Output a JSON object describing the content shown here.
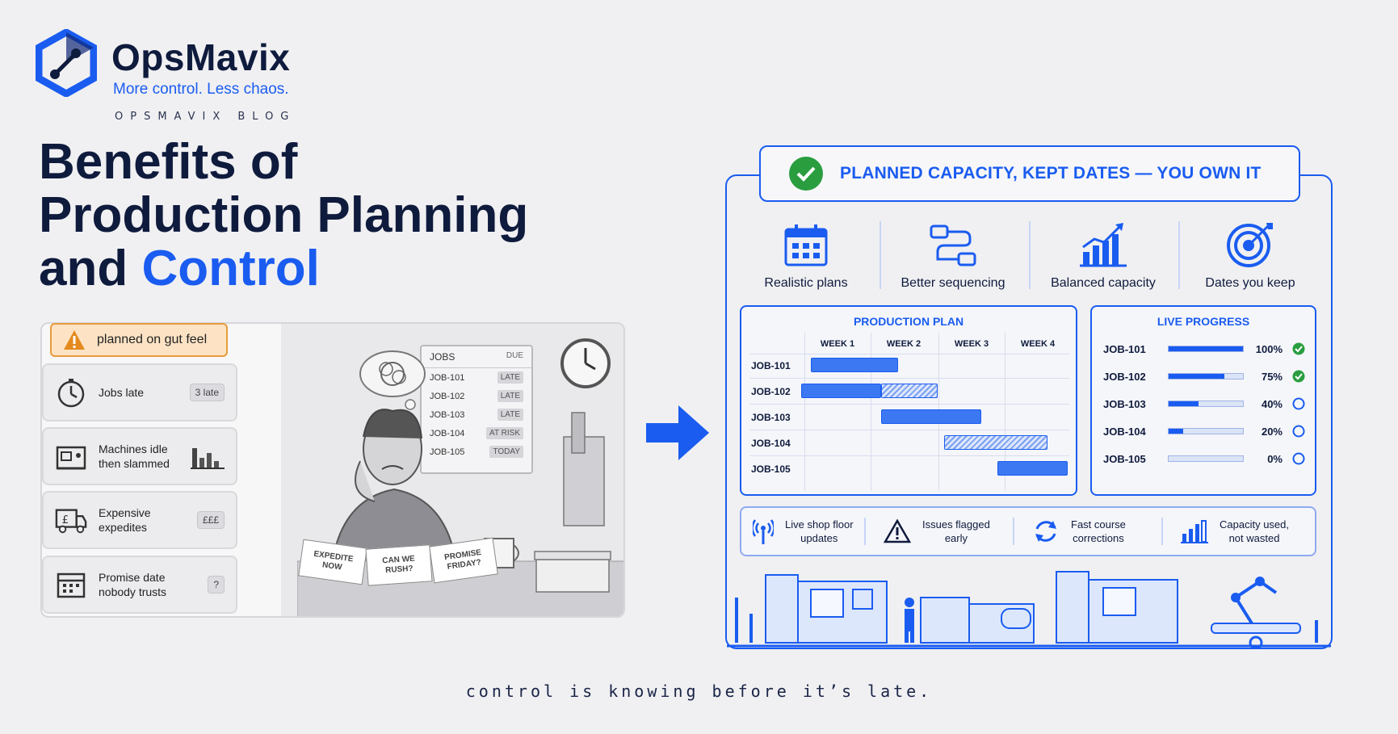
{
  "brand": {
    "name": "OpsMavix",
    "tagline": "More control. Less chaos.",
    "section": "OPSMAVIX BLOG"
  },
  "title": {
    "line1": "Benefits of",
    "line2": "Production Planning",
    "line3_prefix": "and ",
    "line3_accent": "Control"
  },
  "before": {
    "tag": "planned on gut feel",
    "issues": [
      {
        "label": "Jobs late",
        "chip": "3 late",
        "icon": "stopwatch-icon"
      },
      {
        "label": "Machines idle\nthen slammed",
        "chip": "",
        "icon": "machine-icon"
      },
      {
        "label": "Expensive\nexpedites",
        "chip": "£££",
        "icon": "truck-icon"
      },
      {
        "label": "Promise date\nnobody trusts",
        "chip": "?",
        "icon": "calendar-icon"
      }
    ],
    "jobs_board": {
      "header_jobs": "JOBS",
      "header_due": "DUE",
      "rows": [
        {
          "job": "JOB-101",
          "status": "LATE"
        },
        {
          "job": "JOB-102",
          "status": "LATE"
        },
        {
          "job": "JOB-103",
          "status": "LATE"
        },
        {
          "job": "JOB-104",
          "status": "AT RISK"
        },
        {
          "job": "JOB-105",
          "status": "TODAY"
        }
      ]
    },
    "notes": [
      "EXPEDITE\nNOW",
      "CAN WE\nRUSH?",
      "PROMISE\nFRIDAY?"
    ]
  },
  "after": {
    "headline": "PLANNED CAPACITY, KEPT DATES — YOU OWN IT",
    "benefits": [
      {
        "label": "Realistic plans",
        "icon": "calendar-grid-icon"
      },
      {
        "label": "Better sequencing",
        "icon": "flow-icon"
      },
      {
        "label": "Balanced capacity",
        "icon": "bar-growth-icon"
      },
      {
        "label": "Dates you keep",
        "icon": "target-icon"
      }
    ],
    "plan": {
      "title": "PRODUCTION PLAN",
      "weeks": [
        "WEEK 1",
        "WEEK 2",
        "WEEK 3",
        "WEEK 4"
      ],
      "jobs": [
        {
          "job": "JOB-101",
          "start": 0.1,
          "solid_end": 1.4,
          "hatched_end": 1.4
        },
        {
          "job": "JOB-102",
          "start": -0.05,
          "solid_end": 1.15,
          "hatched_end": 2.0
        },
        {
          "job": "JOB-103",
          "start": 1.15,
          "solid_end": 2.65,
          "hatched_end": 2.65
        },
        {
          "job": "JOB-104",
          "start": 2.1,
          "solid_end": 2.1,
          "hatched_end": 3.65
        },
        {
          "job": "JOB-105",
          "start": 2.9,
          "solid_end": 3.95,
          "hatched_end": 3.95
        }
      ]
    },
    "progress": {
      "title": "LIVE PROGRESS",
      "rows": [
        {
          "job": "JOB-101",
          "pct": 100,
          "label": "100%",
          "done": true
        },
        {
          "job": "JOB-102",
          "pct": 75,
          "label": "75%",
          "done": true
        },
        {
          "job": "JOB-103",
          "pct": 40,
          "label": "40%",
          "done": false
        },
        {
          "job": "JOB-104",
          "pct": 20,
          "label": "20%",
          "done": false
        },
        {
          "job": "JOB-105",
          "pct": 0,
          "label": "0%",
          "done": false
        }
      ]
    },
    "features": [
      {
        "label": "Live shop floor\nupdates",
        "icon": "broadcast-icon"
      },
      {
        "label": "Issues flagged\nearly",
        "icon": "warning-icon"
      },
      {
        "label": "Fast course\ncorrections",
        "icon": "refresh-icon"
      },
      {
        "label": "Capacity used,\nnot wasted",
        "icon": "capacity-bars-icon"
      }
    ]
  },
  "caption": "control is knowing before it’s late.",
  "colors": {
    "accent": "#1a5cf0",
    "navy": "#0f1b3d",
    "warn": "#e79b3c",
    "ok": "#2a9d3f"
  }
}
